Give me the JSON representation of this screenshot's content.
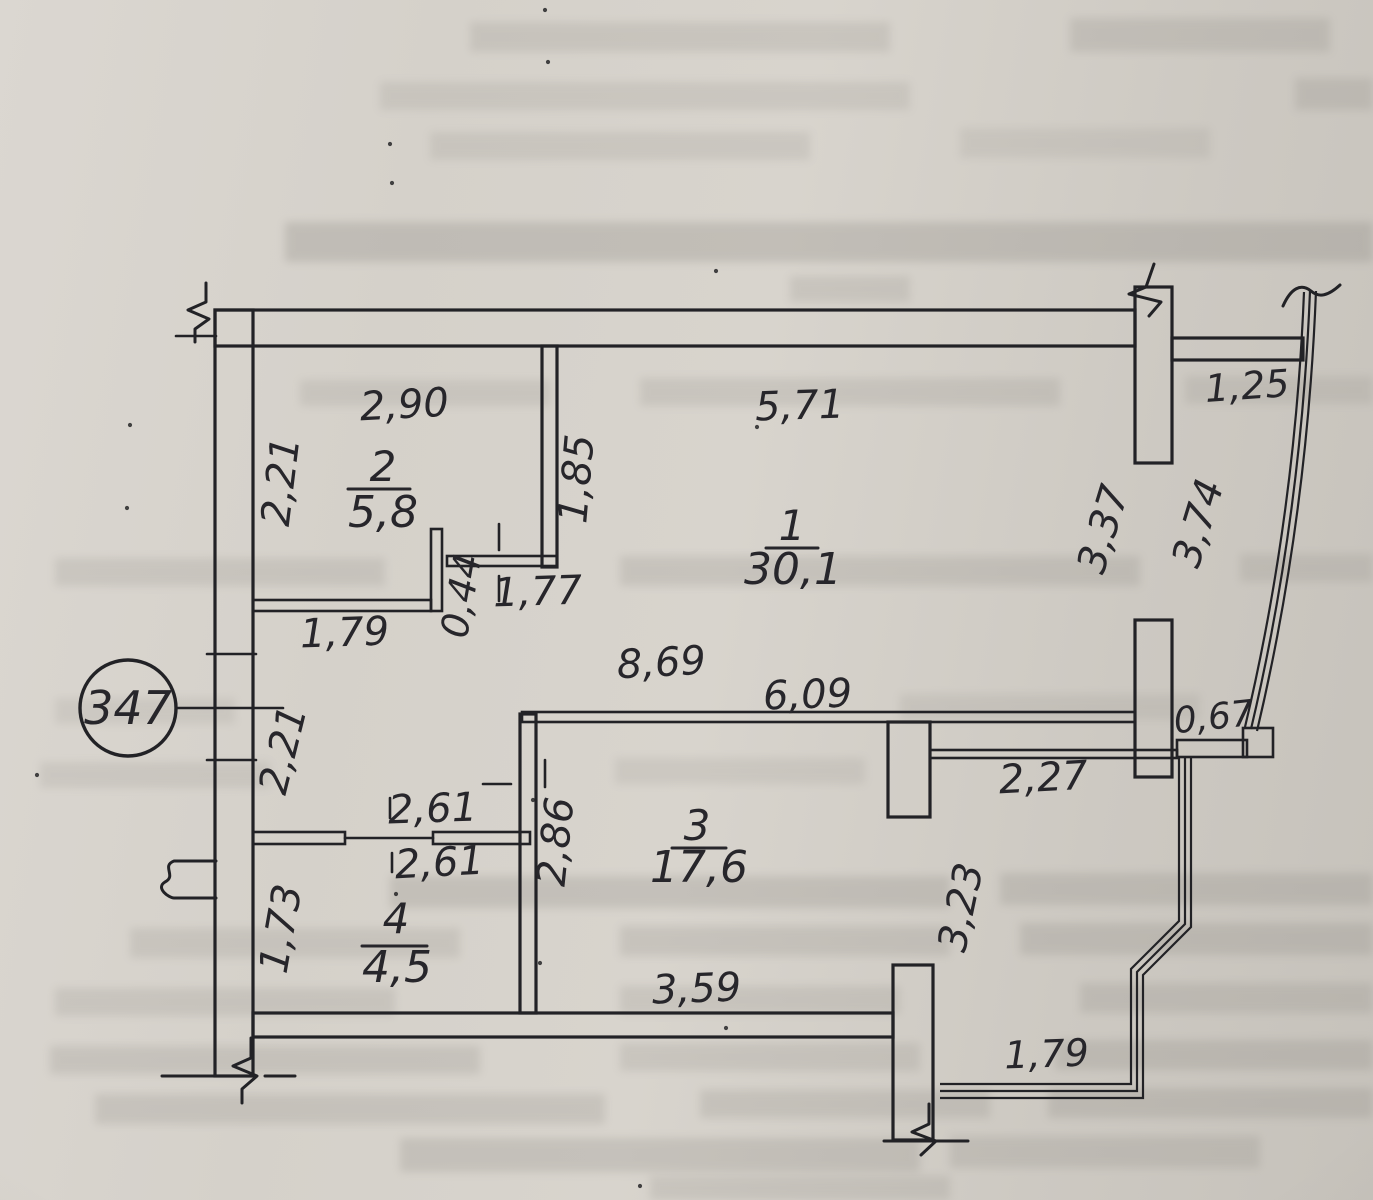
{
  "apartment": {
    "number": "347"
  },
  "rooms": [
    {
      "number": "1",
      "area": "30,1"
    },
    {
      "number": "2",
      "area": "5,8"
    },
    {
      "number": "3",
      "area": "17,6"
    },
    {
      "number": "4",
      "area": "4,5"
    }
  ],
  "dimensions": {
    "top_290": "2,90",
    "top_571": "5,71",
    "top_125": "1,25",
    "left_221_upper": "2,21",
    "right_185": "1,85",
    "mid_044": "0,44",
    "mid_177": "1,77",
    "mid_179": "1,79",
    "mid_869": "8,69",
    "mid_609": "6,09",
    "right_337": "3,37",
    "right_374": "3,74",
    "right_067": "0,67",
    "right_227": "2,27",
    "left_221_lower": "2,21",
    "mid_261_upper": "2,61",
    "mid_261_lower": "2,61",
    "mid_286": "2,86",
    "left_173": "1,73",
    "right_323": "3,23",
    "bottom_359": "3,59",
    "bottom_179": "1,79"
  }
}
